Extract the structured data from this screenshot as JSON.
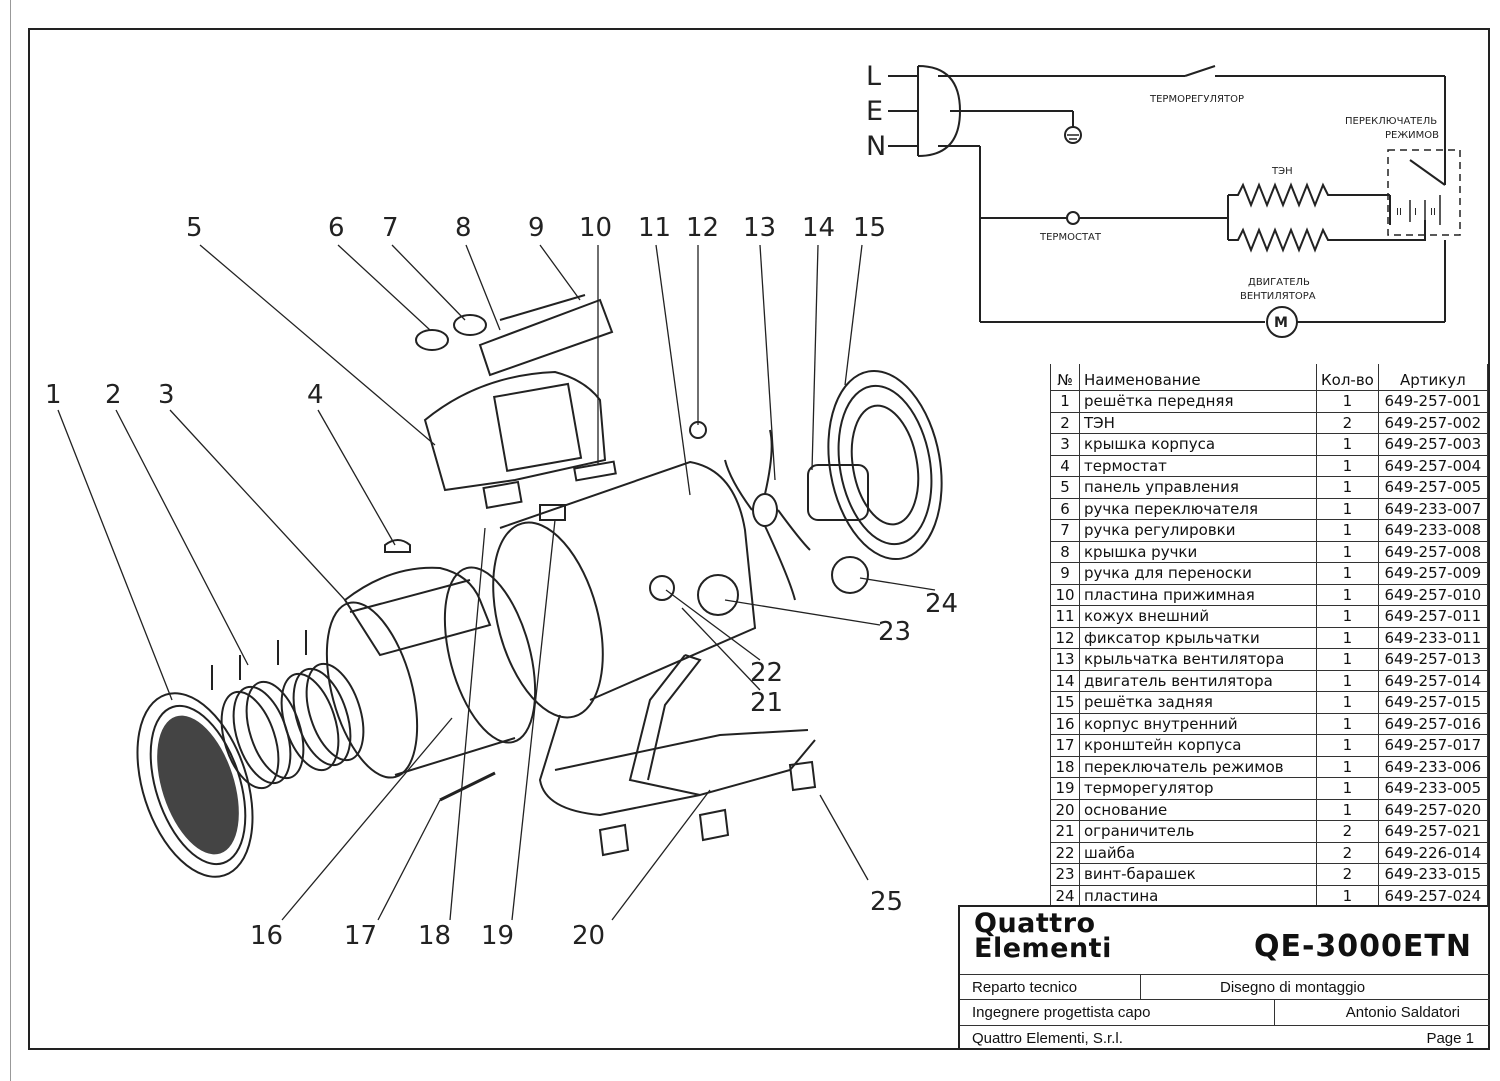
{
  "model": "QE-3000ETN",
  "logo": [
    "Quattro",
    "Elementi"
  ],
  "wiring": {
    "terminals": [
      "L",
      "E",
      "N"
    ],
    "labels": {
      "thermoregulator": "ТЕРМОРЕГУЛЯТОР",
      "mode_switch_1": "ПЕРЕКЛЮЧАТЕЛЬ",
      "mode_switch_2": "РЕЖИМОВ",
      "heater": "ТЭН",
      "thermostat": "ТЕРМОСТАТ",
      "motor_1": "ДВИГАТЕЛЬ",
      "motor_2": "ВЕНТИЛЯТОРА",
      "motor_symbol": "M",
      "switch_pos": [
        "II",
        "I",
        "II"
      ]
    }
  },
  "callouts": [
    "1",
    "2",
    "3",
    "4",
    "5",
    "6",
    "7",
    "8",
    "9",
    "10",
    "11",
    "12",
    "13",
    "14",
    "15",
    "16",
    "17",
    "18",
    "19",
    "20",
    "21",
    "22",
    "23",
    "24",
    "25"
  ],
  "table": {
    "headers": [
      "№",
      "Наименование",
      "Кол-во",
      "Артикул"
    ],
    "rows": [
      {
        "n": "1",
        "name": "решётка передняя",
        "qty": "1",
        "art": "649-257-001"
      },
      {
        "n": "2",
        "name": "ТЭН",
        "qty": "2",
        "art": "649-257-002"
      },
      {
        "n": "3",
        "name": "крышка корпуса",
        "qty": "1",
        "art": "649-257-003"
      },
      {
        "n": "4",
        "name": "термостат",
        "qty": "1",
        "art": "649-257-004"
      },
      {
        "n": "5",
        "name": "панель управления",
        "qty": "1",
        "art": "649-257-005"
      },
      {
        "n": "6",
        "name": "ручка переключателя",
        "qty": "1",
        "art": "649-233-007"
      },
      {
        "n": "7",
        "name": "ручка регулировки",
        "qty": "1",
        "art": "649-233-008"
      },
      {
        "n": "8",
        "name": "крышка ручки",
        "qty": "1",
        "art": "649-257-008"
      },
      {
        "n": "9",
        "name": "ручка для переноски",
        "qty": "1",
        "art": "649-257-009"
      },
      {
        "n": "10",
        "name": "пластина прижимная",
        "qty": "1",
        "art": "649-257-010"
      },
      {
        "n": "11",
        "name": "кожух внешний",
        "qty": "1",
        "art": "649-257-011"
      },
      {
        "n": "12",
        "name": "фиксатор крыльчатки",
        "qty": "1",
        "art": "649-233-011"
      },
      {
        "n": "13",
        "name": "крыльчатка вентилятора",
        "qty": "1",
        "art": "649-257-013"
      },
      {
        "n": "14",
        "name": "двигатель вентилятора",
        "qty": "1",
        "art": "649-257-014"
      },
      {
        "n": "15",
        "name": "решётка задняя",
        "qty": "1",
        "art": "649-257-015"
      },
      {
        "n": "16",
        "name": "корпус внутренний",
        "qty": "1",
        "art": "649-257-016"
      },
      {
        "n": "17",
        "name": "кронштейн корпуса",
        "qty": "1",
        "art": "649-257-017"
      },
      {
        "n": "18",
        "name": "переключатель режимов",
        "qty": "1",
        "art": "649-233-006"
      },
      {
        "n": "19",
        "name": "терморегулятор",
        "qty": "1",
        "art": "649-233-005"
      },
      {
        "n": "20",
        "name": "основание",
        "qty": "1",
        "art": "649-257-020"
      },
      {
        "n": "21",
        "name": "ограничитель",
        "qty": "2",
        "art": "649-257-021"
      },
      {
        "n": "22",
        "name": "шайба",
        "qty": "2",
        "art": "649-226-014"
      },
      {
        "n": "23",
        "name": "винт-барашек",
        "qty": "2",
        "art": "649-233-015"
      },
      {
        "n": "24",
        "name": "пластина",
        "qty": "1",
        "art": "649-257-024"
      }
    ]
  },
  "titleblock": {
    "reparto": "Reparto tecnico",
    "disegno": "Disegno di montaggio",
    "ingegnere": "Ingegnere progettista capo",
    "engineer_name": "Antonio Saldatori",
    "company": "Quattro Elementi, S.r.l.",
    "page": "Page 1"
  }
}
